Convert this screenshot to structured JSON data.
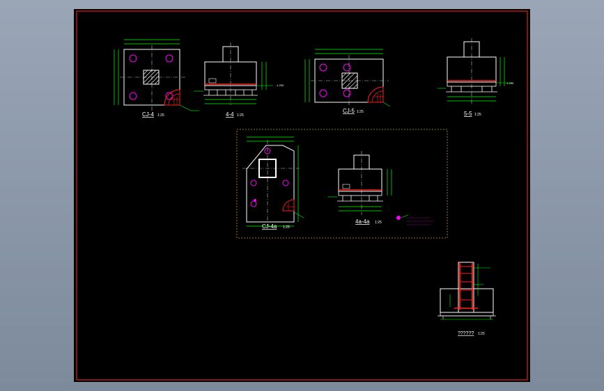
{
  "colors": {
    "background": "#000000",
    "frame": "#e02020",
    "outline": "#ffffff",
    "dimension": "#00ff00",
    "rebar": "#ff2020",
    "bolt_circle": "#ff00ff",
    "centerline": "#c0c0c0",
    "label": "#ffffff",
    "detail_box": "#c8a020"
  },
  "drawings": {
    "cj4_plan": {
      "title": "CJ-4",
      "scale": "1:25"
    },
    "sec4": {
      "title": "4-4",
      "scale": "1:25",
      "level": "-1.200"
    },
    "cj5_plan": {
      "title": "CJ-5",
      "scale": "1:25"
    },
    "sec5": {
      "title": "5-5",
      "scale": "1:25",
      "level": "-1.200"
    },
    "cj4a_plan": {
      "title": "CJ-4a",
      "scale": "1:25"
    },
    "sec4a": {
      "title": "4a-4a",
      "scale": "1:25"
    },
    "detail": {
      "title": "??????",
      "scale": "1:25"
    }
  }
}
